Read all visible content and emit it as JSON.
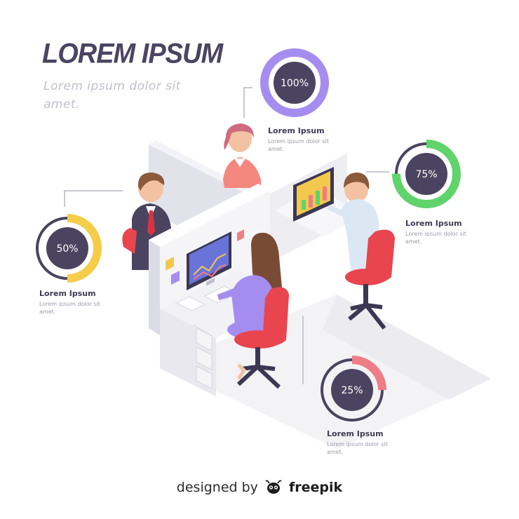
{
  "header": {
    "title": "LOREM IPSUM",
    "subtitle": "Lorem ipsum dolor sit amet."
  },
  "stats": [
    {
      "percent": 100,
      "label": "100%",
      "title": "Lorem Ipsum",
      "desc": "Lorem ipsum dolor sit amet.",
      "color": "#a58df0"
    },
    {
      "percent": 75,
      "label": "75%",
      "title": "Lorem Ipsum",
      "desc": "Lorem ipsum dolor sit amet.",
      "color": "#5fd46a"
    },
    {
      "percent": 50,
      "label": "50%",
      "title": "Lorem Ipsum",
      "desc": "Lorem ipsum dolor sit amet.",
      "color": "#f6cd48"
    },
    {
      "percent": 25,
      "label": "25%",
      "title": "Lorem Ipsum",
      "desc": "Lorem ipsum dolor sit amet.",
      "color": "#f07c86"
    }
  ],
  "ring_track_color": "#4a4460",
  "footer": {
    "designed_by": "designed by",
    "brand": "freepik",
    "logo_icon": "freepik-bee-icon"
  }
}
